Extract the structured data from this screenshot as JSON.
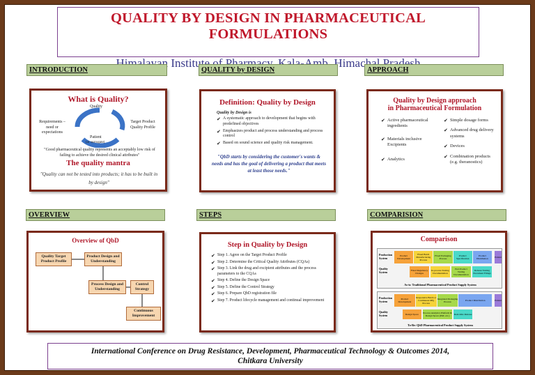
{
  "header": {
    "title": "QUALITY BY DESIGN IN PHARMACEUTICAL FORMULATIONS",
    "subtitle": "Himalayan Institute of Pharmacy, Kala-Amb, Himachal Pradesh"
  },
  "sections": {
    "introduction": "INTRODUCTION",
    "qbd": "QUALITY by DESIGN",
    "approach": "APPROACH",
    "overview": "OVERVIEW",
    "steps": "STEPS",
    "comparision": "COMPARISION"
  },
  "intro": {
    "heading": "What is Quality?",
    "quality": "Quality",
    "requirements": "Requirements – need or expectations",
    "target": "Target Product Quality Profile",
    "patient": "Patient",
    "surrogate": "(or surrogate)",
    "quote": "\"Good pharmaceutical quality represents an acceptably low risk of failing to achieve the desired clinical attributes\"",
    "mantra_heading": "The quality mantra",
    "mantra": "\"Quality can not be tested into products; it has to be built in by design\""
  },
  "definition": {
    "heading": "Definition: Quality by Design",
    "lead": "Quality by Design is",
    "items": [
      "A systematic approach to development that begins with predefined objectives",
      "Emphasizes product and process understanding and process control",
      "Based on sound science and quality risk management."
    ],
    "quote": "\"QbD starts by considering the customer's wants & needs and has the goal of delivering a product that meets at least those needs.\""
  },
  "approach": {
    "heading1": "Quality by Design approach",
    "heading2": "in Pharmaceutical Formulation",
    "left": [
      "Active pharmaceutical ingredients",
      "Materials inclusive Excipients",
      "Analytics"
    ],
    "right": [
      "Simple dosage forms",
      "Advanced drug delivery systems",
      "Devices",
      "Combination products (e.g. theranostics)"
    ]
  },
  "overview": {
    "heading": "Overview of QbD",
    "boxes": [
      "Quality Target Product Profile",
      "Product Design and Understanding",
      "Process Design and Understanding",
      "Control Strategy",
      "Continuous Improvement"
    ]
  },
  "steps": {
    "heading": "Step in Quality by Design",
    "items": [
      "Step 1. Agree on the Target Product Profile",
      "Step 2. Determine the Critical Quality Attributes (CQAs)",
      "Step 3. Link the drug and excipient attributes and the process parameters to the CQAs",
      "Step 4. Define the Design Space",
      "Step 5. Define the Control Strategy",
      "Step 6. Prepare QbD registration file",
      "Step 7. Product lifecycle management and continual improvement"
    ]
  },
  "comparison": {
    "heading": "Comparison",
    "asis": "As-is: Traditional Pharmaceutical Product Supply System",
    "tobe": "To-Be: QbD Pharmaceutical Product Supply System",
    "prod_label": "Production System",
    "qual_label": "Quality System",
    "asis_top": [
      "Product Development",
      "Fixed Batch Manufacturing Process",
      "Fixed Packaging Process",
      "Product Specification",
      "Product Distribution"
    ],
    "asis_bottom": [
      "Fixed Regulatory Changes",
      "In-process Testing Documentation",
      "End Product Testing Documentation",
      "Release Testing Document Filings"
    ],
    "patient": "Patient",
    "tobe_top": [
      "Product Development",
      "Responsive Batch or Continuous Mfg Process",
      "Integrated Packaging Process",
      "Product Distribution"
    ],
    "tobe_bottom": [
      "Design Space",
      "Process Analytics Platform & Design Space (PAT, etc.)",
      "Real-time Release"
    ]
  },
  "footer": {
    "line1": "International Conference on Drug Resistance, Development, Pharmaceutical Technology & Outcomes 2014,",
    "line2": "Chitkara University"
  }
}
